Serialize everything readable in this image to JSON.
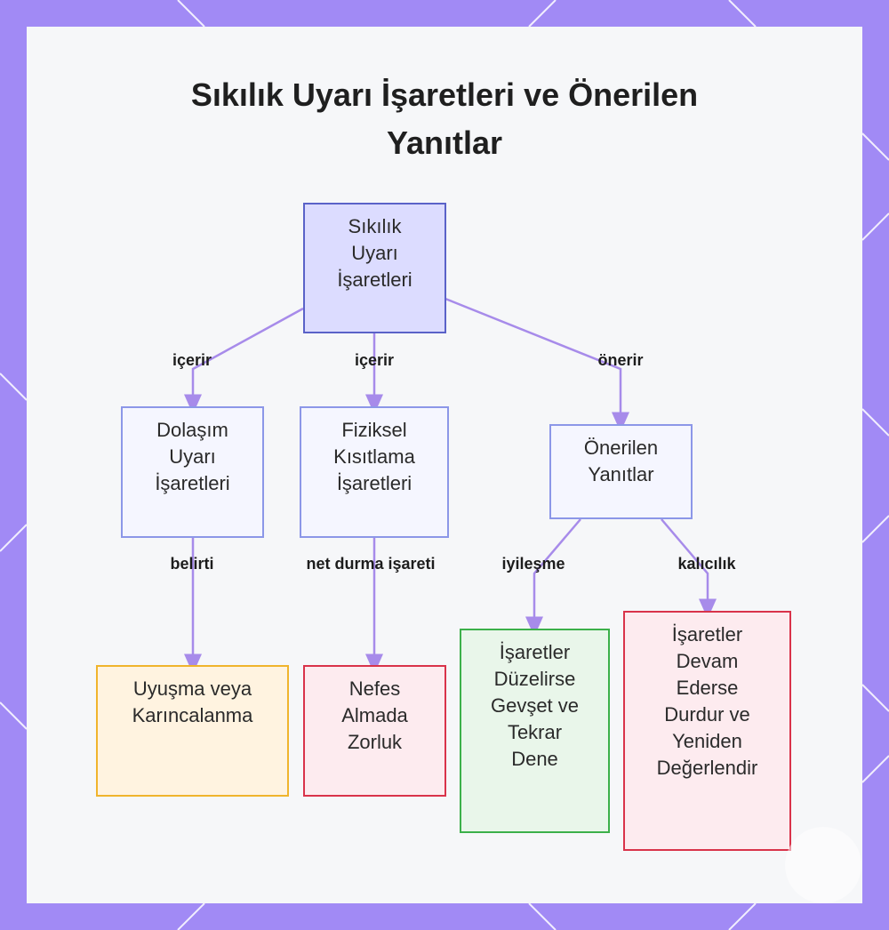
{
  "title": [
    "Sıkılık Uyarı İşaretleri ve Önerilen",
    "Yanıtlar"
  ],
  "nodes": {
    "root": [
      "Sıkılık",
      "Uyarı",
      "İşaretleri"
    ],
    "circulation": [
      "Dolaşım",
      "Uyarı",
      "İşaretleri"
    ],
    "physical": [
      "Fiziksel",
      "Kısıtlama",
      "İşaretleri"
    ],
    "responses": [
      "Önerilen",
      "Yanıtlar"
    ],
    "numbness": [
      "Uyuşma veya",
      "Karıncalanma"
    ],
    "breathing": [
      "Nefes",
      "Almada",
      "Zorluk"
    ],
    "loosen": [
      "İşaretler",
      "Düzelirse",
      "Gevşet ve",
      "Tekrar",
      "Dene"
    ],
    "stop": [
      "İşaretler",
      "Devam",
      "Ederse",
      "Durdur ve",
      "Yeniden",
      "Değerlendir"
    ]
  },
  "edges": {
    "contains1": "içerir",
    "contains2": "içerir",
    "suggests": "önerir",
    "symptom": "belirti",
    "stop_sign": "net durma işareti",
    "improve": "iyileşme",
    "persist": "kalıcılık"
  },
  "colors": {
    "frame": "#a18af5",
    "edge": "#a78bea",
    "root_fill": "#dcdcff",
    "orange_border": "#f0b42c",
    "red_border": "#d9334a",
    "green_border": "#3cb04a"
  }
}
